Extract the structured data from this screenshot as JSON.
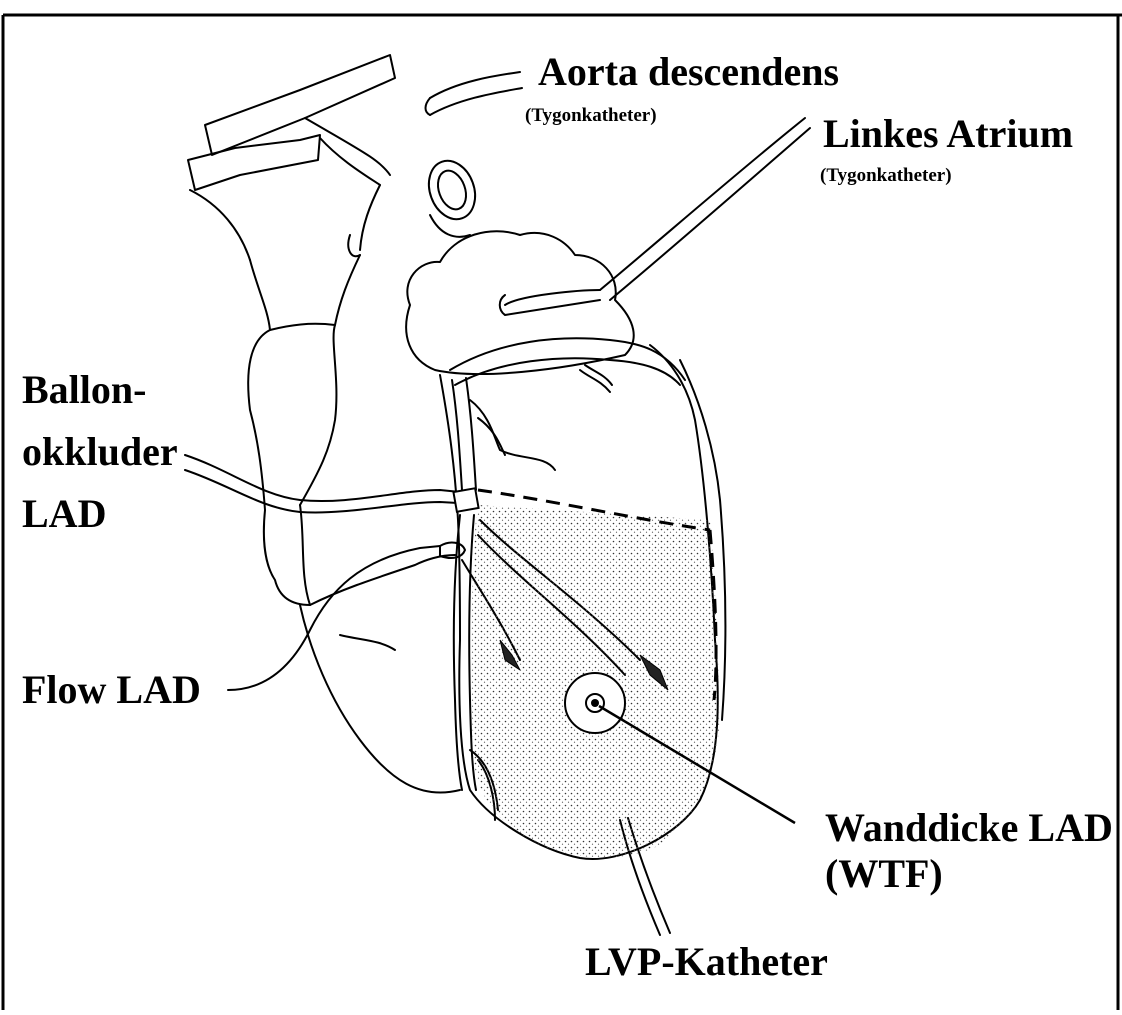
{
  "labels": {
    "aorta": "Aorta descendens",
    "aorta_sub": "(Tygonkatheter)",
    "atrium": "Linkes Atrium",
    "atrium_sub": "(Tygonkatheter)",
    "ballon_1": "Ballon-",
    "ballon_2": "okkluder",
    "ballon_3": "LAD",
    "flow": "Flow LAD",
    "wand_1": "Wanddicke LAD",
    "wand_2": "(WTF)",
    "lvp": "LVP-Katheter"
  }
}
